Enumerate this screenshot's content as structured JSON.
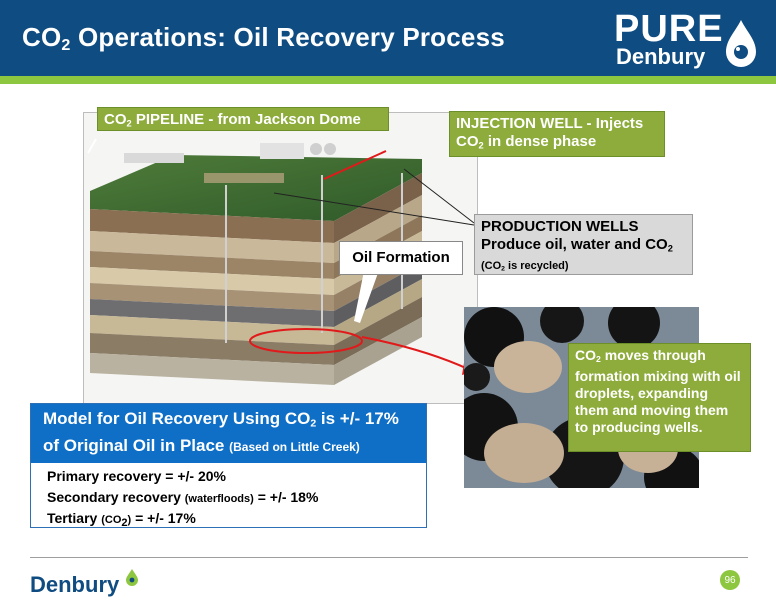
{
  "header": {
    "title_main": "CO",
    "title_sub": "2",
    "title_rest": " Operations: Oil Recovery Process",
    "logo_top": "PURE",
    "logo_bottom": "Denbury"
  },
  "callouts": {
    "pipeline": {
      "a": "CO",
      "sub": "2",
      "b": " PIPELINE - from Jackson Dome"
    },
    "injection": {
      "a": "INJECTION WELL - Injects",
      "b": "CO",
      "sub": "2",
      "c": " in dense phase"
    },
    "production": {
      "line1": "PRODUCTION WELLS",
      "line2a": "Produce oil, water and CO",
      "line2sub": "2",
      "line3a": "(CO",
      "line3sub": "2",
      "line3b": " is recycled)"
    },
    "oil_formation": "Oil Formation",
    "micro": {
      "a": "CO",
      "sub": "2",
      "b": " moves through formation mixing with oil droplets, expanding them and moving them to producing wells."
    }
  },
  "model": {
    "head_a": "Model for Oil Recovery Using CO",
    "head_sub": "2",
    "head_b": " is +/- 17%",
    "head_c": "of Original Oil in Place ",
    "head_note": "(Based on Little Creek)",
    "primary": "Primary recovery = +/- 20%",
    "secondary_a": "Secondary recovery ",
    "secondary_note": "(waterfloods)",
    "secondary_b": " = +/- 18%",
    "tertiary_a": "Tertiary ",
    "tertiary_note_a": "(CO",
    "tertiary_note_sub": "2",
    "tertiary_note_b": ")",
    "tertiary_b": " = +/- 17%"
  },
  "footer": {
    "logo": "Denbury",
    "page_number": "96"
  },
  "colors": {
    "header_blue": "#0f4c81",
    "accent_green": "#8dc63f",
    "callout_green": "#8dac3b",
    "model_blue": "#0f6fc6",
    "arrow_red": "#e01a1a"
  }
}
